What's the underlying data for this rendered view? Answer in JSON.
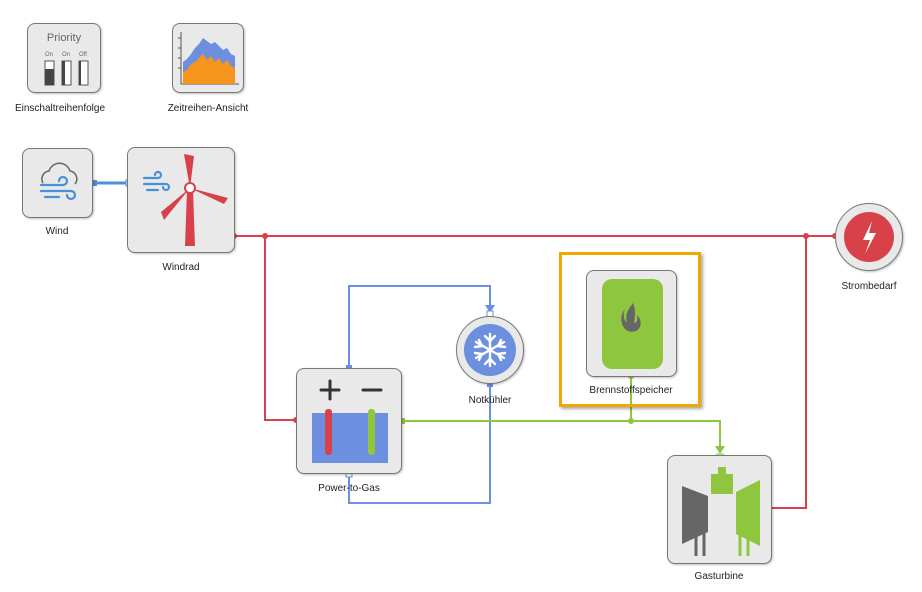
{
  "toolbar": {
    "priority": {
      "title": "Priority",
      "switch_labels": [
        "On",
        "On",
        "Off"
      ],
      "label": "Einschaltreihenfolge"
    },
    "timeseries": {
      "label": "Zeitreihen-Ansicht"
    }
  },
  "nodes": {
    "wind": {
      "label": "Wind"
    },
    "windrad": {
      "label": "Windrad"
    },
    "strombedarf": {
      "label": "Strombedarf"
    },
    "power_to_gas": {
      "label": "Power-to-Gas"
    },
    "notkuehler": {
      "label": "Notkühler"
    },
    "brennstoffspeicher": {
      "label": "Brennstoffspeicher"
    },
    "gasturbine": {
      "label": "Gasturbine"
    }
  },
  "colors": {
    "electric": "#d9414a",
    "gas": "#8ec63f",
    "water": "#6c8fdf",
    "wind": "#4a90d9",
    "selection": "#f0a800",
    "tile": "#e9e9e9",
    "tile_border": "#777777"
  }
}
